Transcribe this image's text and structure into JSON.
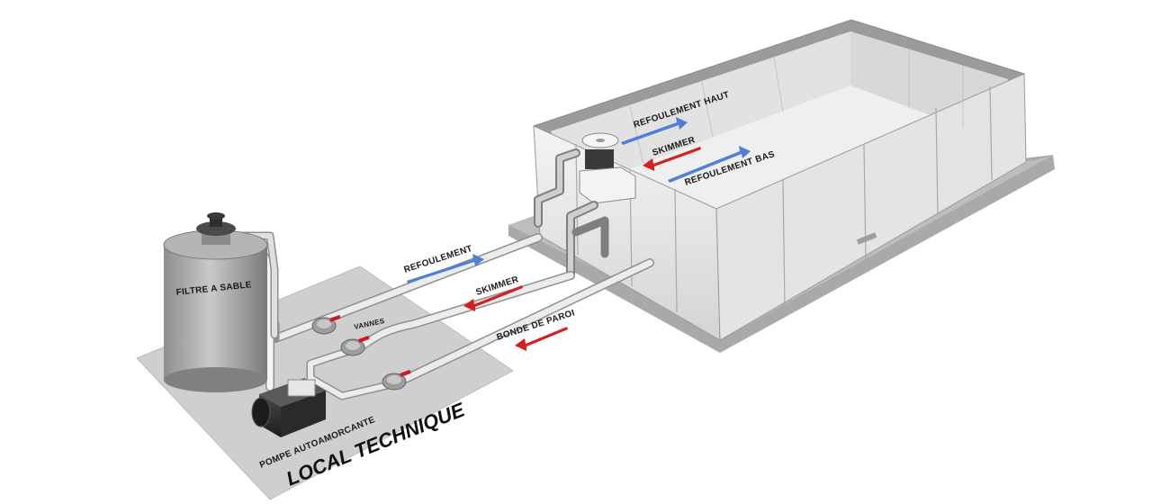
{
  "labels": {
    "refoulement_haut": "REFOULEMENT HAUT",
    "skimmer_pool": "SKIMMER",
    "refoulement_bas": "REFOULEMENT BAS",
    "refoulement": "REFOULEMENT",
    "skimmer_pipe": "SKIMMER",
    "bonde_de_paroi": "BONDE DE PAROI",
    "vannes": "VANNES",
    "filtre_a_sable": "FILTRE A SABLE",
    "pompe_autoamorcante": "POMPE AUTOAMORCANTE",
    "local_technique": "LOCAL TECHNIQUE"
  },
  "colors": {
    "arrow_blue": "#4f7fd8",
    "arrow_red": "#d42020",
    "pipe": "#d9d9d9",
    "concrete": "#b8b8b8",
    "pool_interior": "#ececec",
    "floor": "#cfcfcf",
    "valve_handle": "#cc1b1b"
  }
}
